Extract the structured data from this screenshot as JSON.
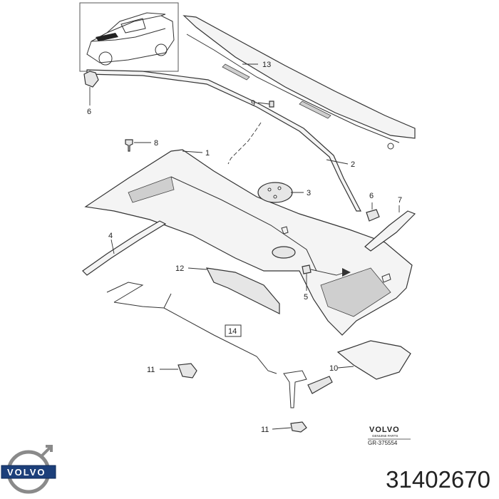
{
  "callouts": {
    "c1": "1",
    "c2": "2",
    "c3": "3",
    "c4": "4",
    "c5": "5",
    "c6a": "6",
    "c6b": "6",
    "c7": "7",
    "c8": "8",
    "c9": "9",
    "c10": "10",
    "c11a": "11",
    "c11b": "11",
    "c12": "12",
    "c13": "13",
    "c14": "14"
  },
  "stamp": {
    "brand": "VOLVO",
    "subtitle": "GENUINE PARTS",
    "code": "GR-375554"
  },
  "logo": {
    "text": "VOLVO"
  },
  "part_number": "31402670",
  "colors": {
    "line": "#333333",
    "mesh": "#cfcfcf",
    "logo_blue": "#1c3f7a"
  }
}
